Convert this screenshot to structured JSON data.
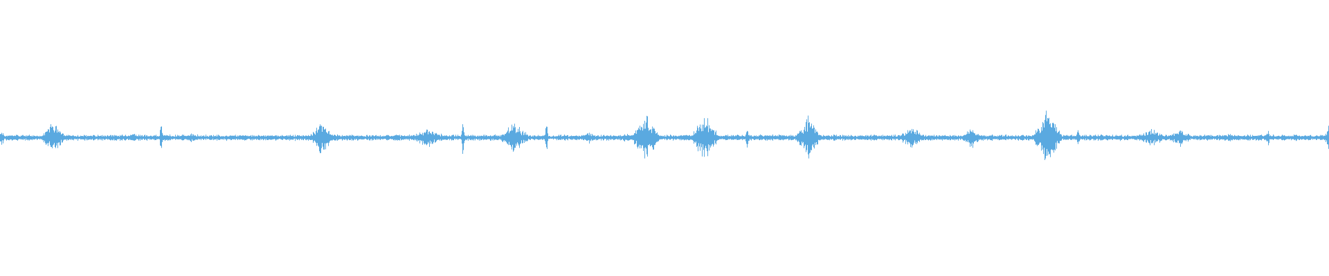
{
  "waveform": {
    "color": "#5aa9e0",
    "baseline_amplitude": 0.012,
    "duration_fraction_points": [
      {
        "t": 0.0,
        "amp": 0.045,
        "width": 0.004
      },
      {
        "t": 0.04,
        "amp": 0.075,
        "width": 0.01
      },
      {
        "t": 0.1,
        "amp": 0.02,
        "width": 0.006
      },
      {
        "t": 0.121,
        "amp": 0.085,
        "width": 0.0015
      },
      {
        "t": 0.145,
        "amp": 0.02,
        "width": 0.01
      },
      {
        "t": 0.242,
        "amp": 0.075,
        "width": 0.01
      },
      {
        "t": 0.265,
        "amp": 0.015,
        "width": 0.006
      },
      {
        "t": 0.322,
        "amp": 0.04,
        "width": 0.016
      },
      {
        "t": 0.348,
        "amp": 0.085,
        "width": 0.0015
      },
      {
        "t": 0.387,
        "amp": 0.07,
        "width": 0.012
      },
      {
        "t": 0.411,
        "amp": 0.07,
        "width": 0.0015
      },
      {
        "t": 0.443,
        "amp": 0.025,
        "width": 0.006
      },
      {
        "t": 0.47,
        "amp": 0.02,
        "width": 0.01
      },
      {
        "t": 0.486,
        "amp": 0.1,
        "width": 0.012
      },
      {
        "t": 0.53,
        "amp": 0.1,
        "width": 0.012
      },
      {
        "t": 0.562,
        "amp": 0.055,
        "width": 0.0015
      },
      {
        "t": 0.608,
        "amp": 0.095,
        "width": 0.01
      },
      {
        "t": 0.686,
        "amp": 0.045,
        "width": 0.012
      },
      {
        "t": 0.731,
        "amp": 0.05,
        "width": 0.008
      },
      {
        "t": 0.788,
        "amp": 0.115,
        "width": 0.012
      },
      {
        "t": 0.811,
        "amp": 0.05,
        "width": 0.0015
      },
      {
        "t": 0.866,
        "amp": 0.035,
        "width": 0.014
      },
      {
        "t": 0.888,
        "amp": 0.035,
        "width": 0.012
      },
      {
        "t": 0.925,
        "amp": 0.02,
        "width": 0.008
      },
      {
        "t": 0.954,
        "amp": 0.04,
        "width": 0.0015
      },
      {
        "t": 0.975,
        "amp": 0.015,
        "width": 0.01
      },
      {
        "t": 1.0,
        "amp": 0.055,
        "width": 0.004
      }
    ]
  }
}
